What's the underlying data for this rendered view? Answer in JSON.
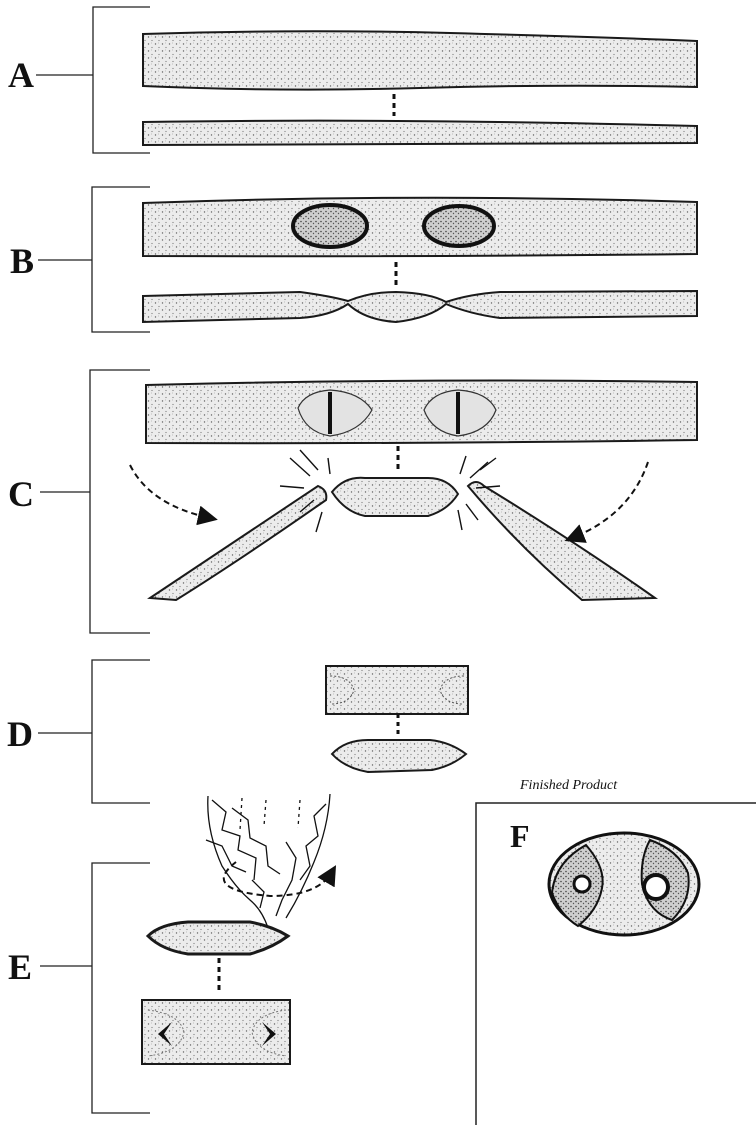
{
  "figure": {
    "steps": [
      {
        "id": "A",
        "label": "A"
      },
      {
        "id": "B",
        "label": "B"
      },
      {
        "id": "C",
        "label": "C"
      },
      {
        "id": "D",
        "label": "D"
      },
      {
        "id": "E",
        "label": "E"
      }
    ],
    "finished": {
      "caption": "Finished Product",
      "label": "F"
    },
    "colors": {
      "ink": "#1a1a1a",
      "fill": "#d9d9d9",
      "stipple": "#777777",
      "background": "#ffffff"
    }
  }
}
